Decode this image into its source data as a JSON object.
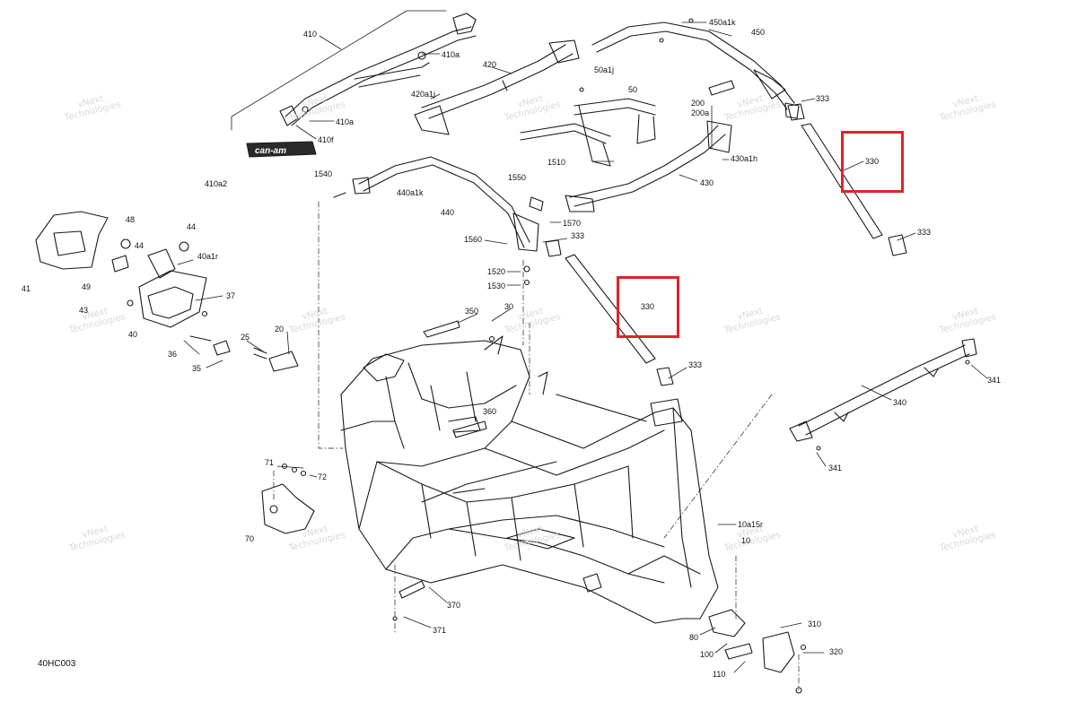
{
  "document_code": "40HC003",
  "watermark": {
    "line1": "vNext",
    "line2": "Technologies"
  },
  "brand_decal": "can-am",
  "highlight_color": "#e0232b",
  "callouts": [
    {
      "id": "410",
      "text": "410"
    },
    {
      "id": "410a_top",
      "text": "410a"
    },
    {
      "id": "410a",
      "text": "410a"
    },
    {
      "id": "410f",
      "text": "410f"
    },
    {
      "id": "410a2",
      "text": "410a2"
    },
    {
      "id": "420",
      "text": "420"
    },
    {
      "id": "420a1j",
      "text": "420a1j"
    },
    {
      "id": "450a1k",
      "text": "450a1k"
    },
    {
      "id": "450",
      "text": "450"
    },
    {
      "id": "50a1j",
      "text": "50a1j"
    },
    {
      "id": "50",
      "text": "50"
    },
    {
      "id": "200",
      "text": "200"
    },
    {
      "id": "200a",
      "text": "200a"
    },
    {
      "id": "333_a",
      "text": "333"
    },
    {
      "id": "330_a",
      "text": "330"
    },
    {
      "id": "333_b",
      "text": "333"
    },
    {
      "id": "1510",
      "text": "1510"
    },
    {
      "id": "430a1h",
      "text": "430a1h"
    },
    {
      "id": "430",
      "text": "430"
    },
    {
      "id": "1540",
      "text": "1540"
    },
    {
      "id": "440a1k",
      "text": "440a1k"
    },
    {
      "id": "1550",
      "text": "1550"
    },
    {
      "id": "440",
      "text": "440"
    },
    {
      "id": "1570",
      "text": "1570"
    },
    {
      "id": "1560",
      "text": "1560"
    },
    {
      "id": "333_c",
      "text": "333"
    },
    {
      "id": "1520",
      "text": "1520"
    },
    {
      "id": "1530",
      "text": "1530"
    },
    {
      "id": "330_b",
      "text": "330"
    },
    {
      "id": "333_d",
      "text": "333"
    },
    {
      "id": "48",
      "text": "48"
    },
    {
      "id": "44_a",
      "text": "44"
    },
    {
      "id": "44_b",
      "text": "44"
    },
    {
      "id": "40a1r",
      "text": "40a1r"
    },
    {
      "id": "41",
      "text": "41"
    },
    {
      "id": "49",
      "text": "49"
    },
    {
      "id": "43",
      "text": "43"
    },
    {
      "id": "37",
      "text": "37"
    },
    {
      "id": "40",
      "text": "40"
    },
    {
      "id": "36",
      "text": "36"
    },
    {
      "id": "25",
      "text": "25"
    },
    {
      "id": "20",
      "text": "20"
    },
    {
      "id": "35",
      "text": "35"
    },
    {
      "id": "350",
      "text": "350"
    },
    {
      "id": "30",
      "text": "30"
    },
    {
      "id": "360",
      "text": "360"
    },
    {
      "id": "341_a",
      "text": "341"
    },
    {
      "id": "340",
      "text": "340"
    },
    {
      "id": "341_b",
      "text": "341"
    },
    {
      "id": "71",
      "text": "71"
    },
    {
      "id": "72",
      "text": "72"
    },
    {
      "id": "70",
      "text": "70"
    },
    {
      "id": "10a15r",
      "text": "10a15r"
    },
    {
      "id": "10",
      "text": "10"
    },
    {
      "id": "370",
      "text": "370"
    },
    {
      "id": "371",
      "text": "371"
    },
    {
      "id": "310",
      "text": "310"
    },
    {
      "id": "80",
      "text": "80"
    },
    {
      "id": "100",
      "text": "100"
    },
    {
      "id": "320",
      "text": "320"
    },
    {
      "id": "110",
      "text": "110"
    }
  ]
}
